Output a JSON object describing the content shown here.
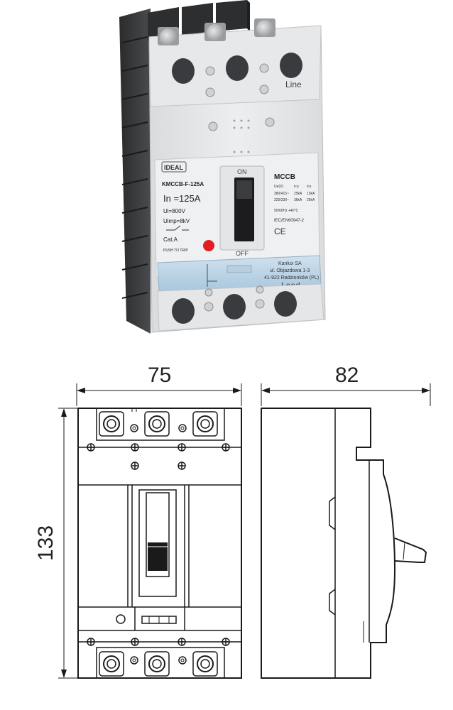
{
  "product_photo": {
    "line_label": "Line",
    "load_label": "Load",
    "brand": "IDEAL",
    "model": "KMCCB-F-125A",
    "rating_in": "In =125A",
    "rating_ui": "Ui=800V",
    "rating_uimp": "Uimp=8kV",
    "category": "Cat.A",
    "push_to_trip": "PUSH TO TRIP",
    "on_label": "ON",
    "off_label": "OFF",
    "type_label": "MCCB",
    "spec_head": [
      "Ue(V)",
      "Icu",
      "Ics"
    ],
    "spec_row1": [
      "380/415~",
      "25kA",
      "15kA"
    ],
    "spec_row2": [
      "220/230~",
      "36kA",
      "25kA"
    ],
    "freq_temp": "50/60Hz   +40°C",
    "standard": "IEC/EN60947-2",
    "ce_mark": "CE",
    "maker_name": "Kanlux SA",
    "maker_street": "ul. Objazdowa 1-3",
    "maker_city": "41-922 Radzionków (PL)"
  },
  "dimensions": {
    "width": "75",
    "depth": "82",
    "height": "133"
  }
}
